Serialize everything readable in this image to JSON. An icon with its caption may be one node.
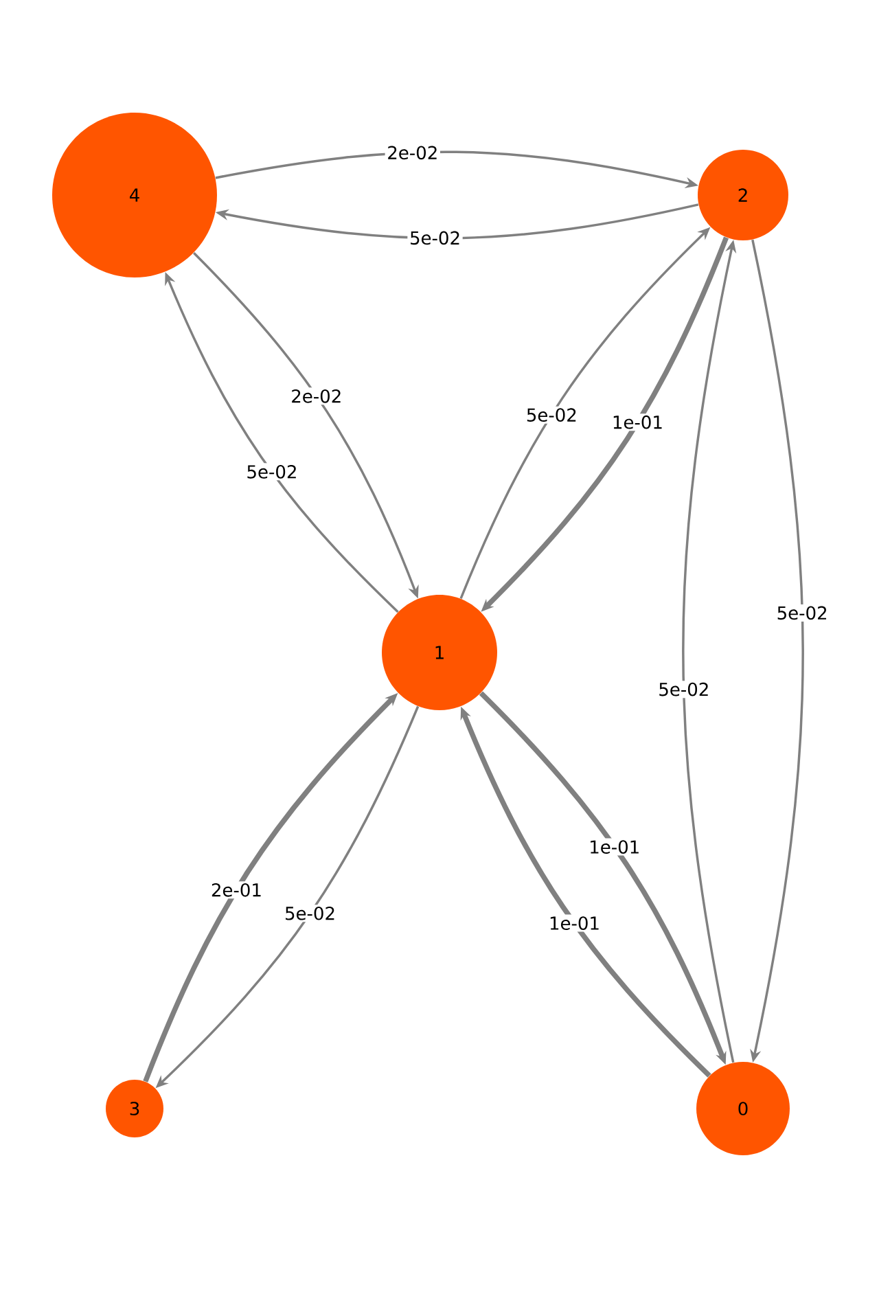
{
  "diagram": {
    "nodes": [
      {
        "text": [
          "4"
        ]
      },
      {
        "text": [
          "2"
        ]
      },
      {
        "text": [
          "1"
        ]
      },
      {
        "text": [
          "3"
        ]
      },
      {
        "text": [
          "0"
        ]
      }
    ],
    "edges": [
      {
        "from": 0,
        "to": 1,
        "arrow": "to",
        "label": "2e-02"
      },
      {
        "from": 1,
        "to": 0,
        "arrow": "to",
        "label": "5e-02"
      },
      {
        "from": 0,
        "to": 2,
        "arrow": "to",
        "label": "2e-02"
      },
      {
        "from": 2,
        "to": 0,
        "arrow": "to",
        "label": "5e-02"
      },
      {
        "from": 2,
        "to": 1,
        "arrow": "to",
        "label": "5e-02"
      },
      {
        "from": 1,
        "to": 2,
        "arrow": "to",
        "label": "1e-01",
        "style": "thick"
      },
      {
        "from": 1,
        "to": 4,
        "arrow": "to",
        "label": "5e-02"
      },
      {
        "from": 4,
        "to": 1,
        "arrow": "to",
        "label": "5e-02"
      },
      {
        "from": 2,
        "to": 4,
        "arrow": "to",
        "label": "1e-01",
        "style": "thick"
      },
      {
        "from": 4,
        "to": 2,
        "arrow": "to",
        "label": "1e-01",
        "style": "thick"
      },
      {
        "from": 3,
        "to": 2,
        "arrow": "to",
        "label": "2e-01",
        "style": "thick"
      },
      {
        "from": 2,
        "to": 3,
        "arrow": "to",
        "label": "5e-02"
      }
    ]
  }
}
